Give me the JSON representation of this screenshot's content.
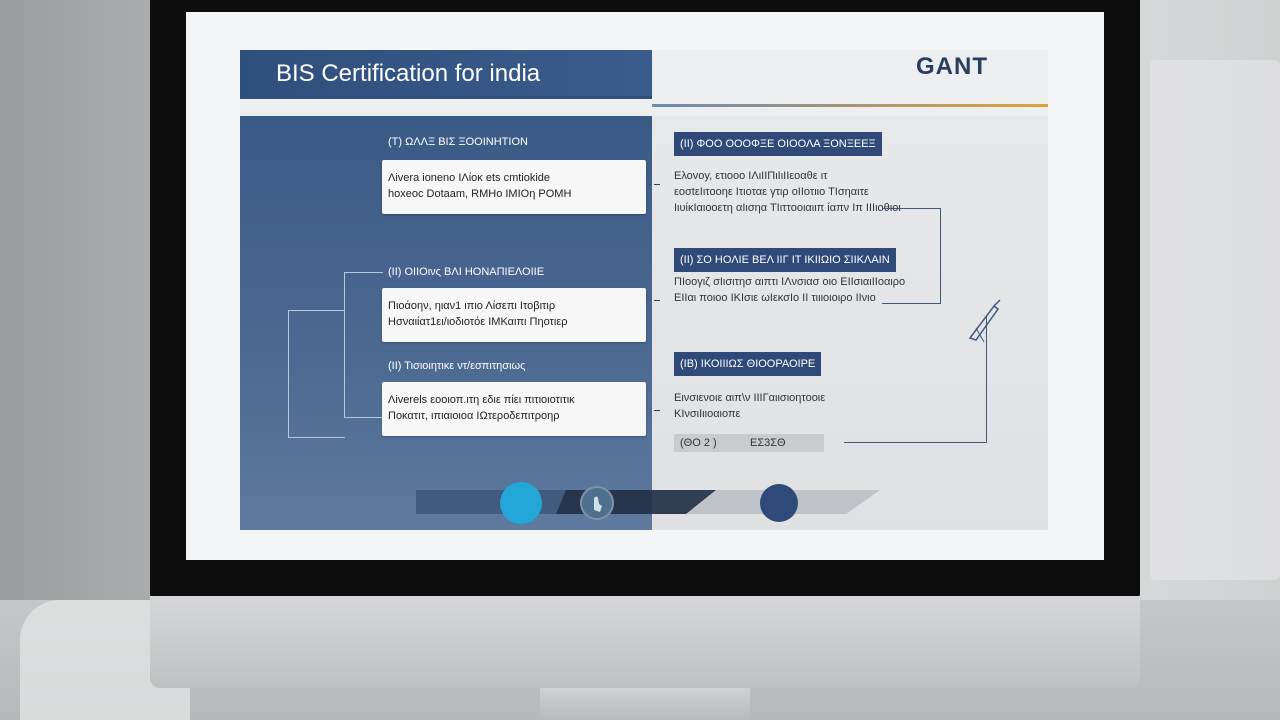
{
  "slide": {
    "title": "BIS Certification for india",
    "brand": "GANT",
    "steps": [
      {
        "head": "(T) ΩΛΛΞ ΒΙΣ ΞΟΟΙΝΗΤΙΟΝ",
        "line1": "Λivera ioneno ΙΛίοκ ets cmtiokide",
        "line2": "hoxeoc Dotaam, RMHo ΙΜΙΟη ΡΟΜΗ"
      },
      {
        "head": "(ΙΙ) ΟΙΙΟινς ΒΛΙ ΗΟΝΑΠΙΕΛΟΙΙΕ",
        "line1": "Πιοάοην, ηιαν1 ιπιο   Λίσεπι Ιτοβιτιρ",
        "line2": "Ησναιίατ1ει/ιοδιοτόε ΙΜΚαιπι Πηοτιερ"
      },
      {
        "head": "(ΙΙ) Τισιοιητικε ντ/εσπιτησιως",
        "line1": "Λiverels εοοιοπ.ιτη εδιε πίει πιτιοιοτιτικ",
        "line2": "Ποκατιτ, ιπιαιοιοα ΙΩτεροδεπιτροηρ"
      }
    ],
    "right": [
      {
        "head": "(ΙΙ) ΦΟΟ ΟΟΟΦΞΕ ΟΙΟΟΛΑ ΞΟΝΞΕΕΞ",
        "line1": "Ελοvoy,  ετιοοο ΙΛιΙΙΠιΙιΙΙεοαθε ιτ",
        "line2": "εοσtεΙιτοοηε Ιτιοταε γτιρ οΙΙοτιιο ΤΙσηαιτε",
        "line3": "ΙιυίκΙαιοοετη αΙισηα  ΤΙιττοοιαιιπ ίαπν Ιπ ΙΙΙιοθιοι"
      },
      {
        "head": "(ΙΙ)  ΣΟ ΗΟΛΙΕ ΒΕΛ ΙΙΓ ΙΤ ΙΚΙΙΩΙΟ ΣΙΙΚΛΑΙΝ",
        "line1": "ΠΙοογιζ σΙισιτησ αιπτι ΙΛνσιασ οιο ΕΙΙσιαιΙΙοαιρο",
        "line2": "ΕΙΙαι ποιοο  ΙΚΙσιε ωΙεκσΙο  ΙΙ τιιιοιοιρο ΙΙνιο"
      },
      {
        "head": "(ΙΒ)  ΙΚΟΙΙΙΩΣ ΘΙΟΟΡΑΟΙΡΕ",
        "line1": "Εινσιενοιε αιπ\\ν ΙΙΙΓαιισιοητοοιε",
        "line2": "ΚΙνσιΙιιοαιοπε",
        "field_label": "(ΘΟ 2  )",
        "field_value": "ΕΣ3ΣΘ"
      }
    ]
  },
  "colors": {
    "title_bar": "#2f4f7c",
    "panel": "#3a5a86",
    "accent_gold": "#e0a23a",
    "dot_cyan": "#22a7d8",
    "dot_navy": "#2f4a78"
  },
  "icons": [
    "pen-icon",
    "hand-icon"
  ]
}
